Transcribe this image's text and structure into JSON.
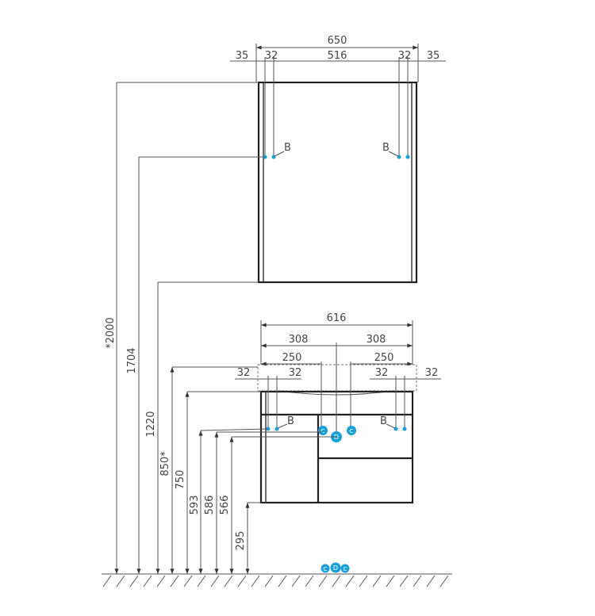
{
  "title": "Vanity unit and mirror cabinet installation dimensions",
  "colors": {
    "marker": "#1aa0d8",
    "line": "#444444"
  },
  "upper": {
    "overall": "650",
    "left_offset": "35",
    "left_spacing": "32",
    "middle": "516",
    "right_spacing": "32",
    "right_offset": "35",
    "mount_left": "B",
    "mount_right": "B"
  },
  "lower": {
    "overall": "616",
    "half_left": "308",
    "half_right": "308",
    "basin_left": "250",
    "basin_right": "250",
    "left_outer": "32",
    "left_inner": "32",
    "right_inner": "32",
    "right_outer": "32",
    "mount_left": "B",
    "mount_right": "B",
    "supply_left": "C",
    "drain": "D",
    "supply_right": "C"
  },
  "heights": [
    {
      "label": "*2000"
    },
    {
      "label": "1704"
    },
    {
      "label": "1220"
    },
    {
      "label": "850*"
    },
    {
      "label": "750"
    },
    {
      "label": "593"
    },
    {
      "label": "586"
    },
    {
      "label": "566"
    },
    {
      "label": "295"
    }
  ],
  "floor_markers": [
    "C",
    "D",
    "C"
  ]
}
